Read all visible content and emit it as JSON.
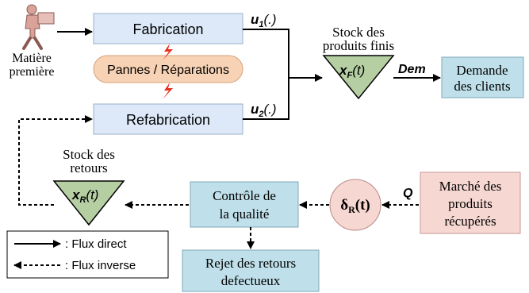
{
  "raw_material": {
    "line1": "Matière",
    "line2": "première"
  },
  "fabrication": "Fabrication",
  "refabrication": "Refabrication",
  "pannes": "Pannes / Réparations",
  "u1": {
    "base": "u",
    "sub": "1",
    "tail": "(.)"
  },
  "u2": {
    "base": "u",
    "sub": "2",
    "tail": "(.)"
  },
  "finished_stock": {
    "title_line1": "Stock des",
    "title_line2": "produits finis",
    "var": {
      "base": "x",
      "sub": "F",
      "tail": "(t)"
    }
  },
  "dem": "Dem",
  "demand": {
    "line1": "Demande",
    "line2": "des clients"
  },
  "returns_stock": {
    "title_line1": "Stock des",
    "title_line2": "retours",
    "var": {
      "base": "x",
      "sub": "R",
      "tail": "(t)"
    }
  },
  "quality": {
    "line1": "Contrôle de",
    "line2": "la qualité"
  },
  "delta": {
    "base": "δ",
    "sub": "R",
    "tail": "(t)"
  },
  "q": "Q",
  "market": {
    "line1": "Marché des",
    "line2": "produits",
    "line3": "récupérés"
  },
  "reject": {
    "line1": "Rejet des retours",
    "line2": "defectueux"
  },
  "legend": {
    "direct": ": Flux direct",
    "inverse": ": Flux inverse"
  },
  "colors": {
    "process_fill": "#dde9f8",
    "blue_fill": "#bfe0ea",
    "triangle_fill": "#b5cfa3",
    "pannes_fill": "#f7d2b4",
    "market_fill": "#f7d7d2",
    "delta_fill": "#f7d7d2",
    "bolt": "#e8321e",
    "dark": "#000000"
  }
}
